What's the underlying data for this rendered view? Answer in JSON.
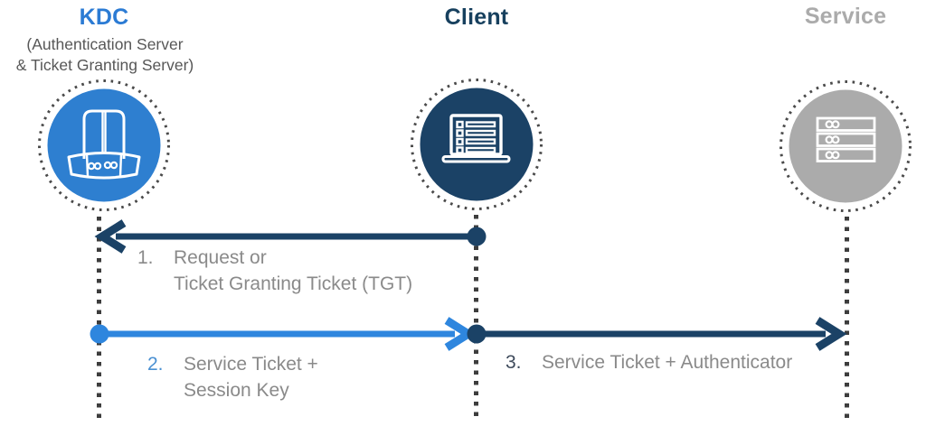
{
  "actors": [
    {
      "title": "KDC",
      "subtitle_line1": "(Authentication Server",
      "subtitle_line2": "& Ticket Granting Server)",
      "icon": "vault-tower-icon",
      "circle_color": "#2E7FD0",
      "title_color": "#2B7BD4"
    },
    {
      "title": "Client",
      "icon": "laptop-list-icon",
      "circle_color": "#1B4266",
      "title_color": "#17405E"
    },
    {
      "title": "Service",
      "icon": "server-rack-icon",
      "circle_color": "#ABABAB",
      "title_color": "#ABABAB"
    }
  ],
  "messages": [
    {
      "number": "1.",
      "line1": "Request or",
      "line2": "Ticket Granting Ticket (TGT)"
    },
    {
      "number": "2.",
      "line1": "Service Ticket +",
      "line2": "Session Key"
    },
    {
      "number": "3.",
      "line1": "Service Ticket + Authenticator",
      "line2": ""
    }
  ],
  "colors": {
    "arrow_navy": "#1B4266",
    "arrow_light_blue": "#2E86DE",
    "label_text_gray": "#8A8A8A",
    "step2_number_blue": "#4A90D2",
    "step3_number_slate": "#3E4A5B",
    "subtitle_gray": "#575757",
    "dotted_line_gray": "#3D3D3D",
    "icon_stroke": "#FFFFFF"
  }
}
